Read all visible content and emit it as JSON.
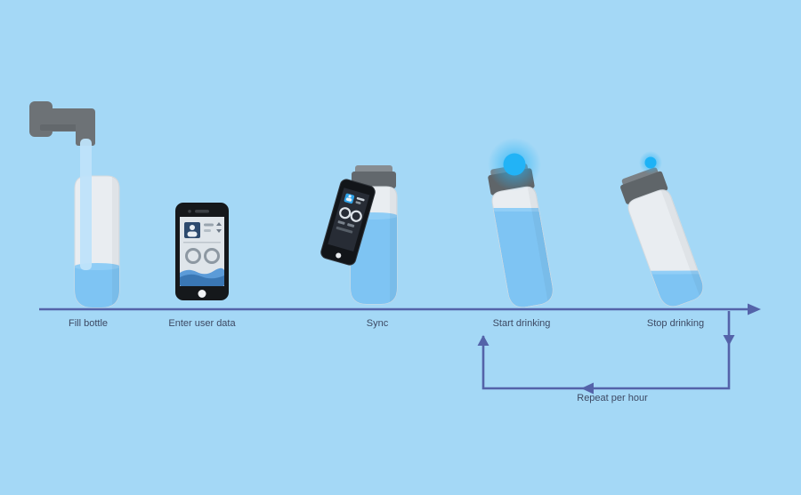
{
  "colors": {
    "background": "#a4d8f6",
    "arrow": "#5463a9",
    "label_text": "#3d4963",
    "water": "#7ec4f3",
    "bottle_body": "#e9edf1",
    "cap_gray": "#5f6569",
    "indicator_glow": "#22b3f6"
  },
  "timeline": {
    "steps": [
      {
        "label": "Fill bottle"
      },
      {
        "label": "Enter user data"
      },
      {
        "label": "Sync"
      },
      {
        "label": "Start drinking"
      },
      {
        "label": "Stop drinking"
      }
    ],
    "loop_label": "Repeat per hour"
  }
}
